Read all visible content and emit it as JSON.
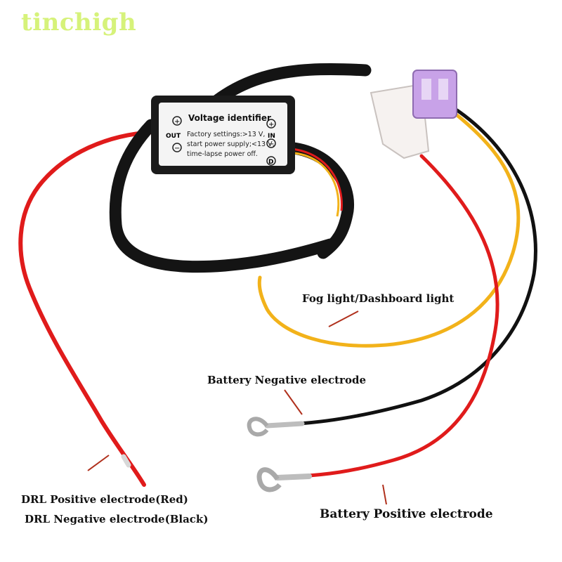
{
  "watermark": "tinchigh",
  "module": {
    "title": "Voltage identifier",
    "out_label": "OUT",
    "in_label": "IN",
    "plus_symbol": "+",
    "minus_symbol": "−",
    "d_symbol": "D",
    "line1": "Factory settings:>13 V,",
    "line2": "start power supply;<13 V,",
    "line3": "time-lapse power off."
  },
  "labels": {
    "fog": "Fog light/Dashboard light",
    "battery_negative": "Battery Negative electrode",
    "battery_positive": "Battery Positive electrode",
    "drl_positive": "DRL Positive electrode(Red)",
    "drl_negative": "DRL Negative electrode(Black)"
  },
  "colors": {
    "red_wire": "#e01b1b",
    "black_wire": "#111111",
    "yellow_wire": "#f2b21a",
    "fuse": "#c8a2e8",
    "pointer": "#b0301c",
    "watermark": "#d6f27a"
  }
}
